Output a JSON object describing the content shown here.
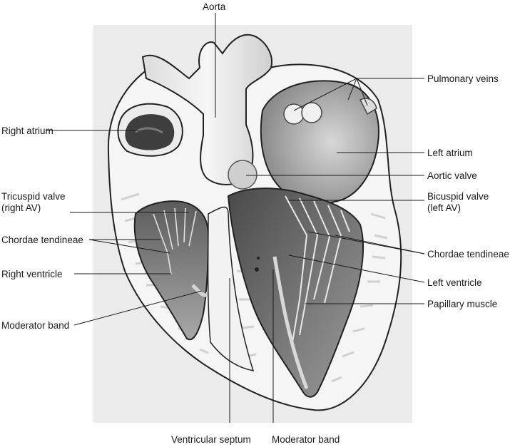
{
  "labels": {
    "aorta": "Aorta",
    "pulmonary_veins": "Pulmonary veins",
    "right_atrium": "Right atrium",
    "left_atrium": "Left atrium",
    "aortic_valve": "Aortic valve",
    "tricuspid_valve_line1": "Tricuspid valve",
    "tricuspid_valve_line2": "(right AV)",
    "bicuspid_valve_line1": "Bicuspid valve",
    "bicuspid_valve_line2": "(left AV)",
    "chordae_tendineae_left": "Chordae tendineae",
    "chordae_tendineae_right": "Chordae tendineae",
    "right_ventricle": "Right ventricle",
    "left_ventricle": "Left ventricle",
    "papillary_muscle": "Papillary muscle",
    "moderator_band_left": "Moderator band",
    "ventricular_septum": "Ventricular septum",
    "moderator_band_bottom": "Moderator band"
  },
  "colors": {
    "background_panel": "#ebebeb",
    "heart_wall": "#f4f4f4",
    "chamber_dark": "#6b6b6b",
    "chamber_mid": "#9a9a9a",
    "outline": "#222222"
  }
}
